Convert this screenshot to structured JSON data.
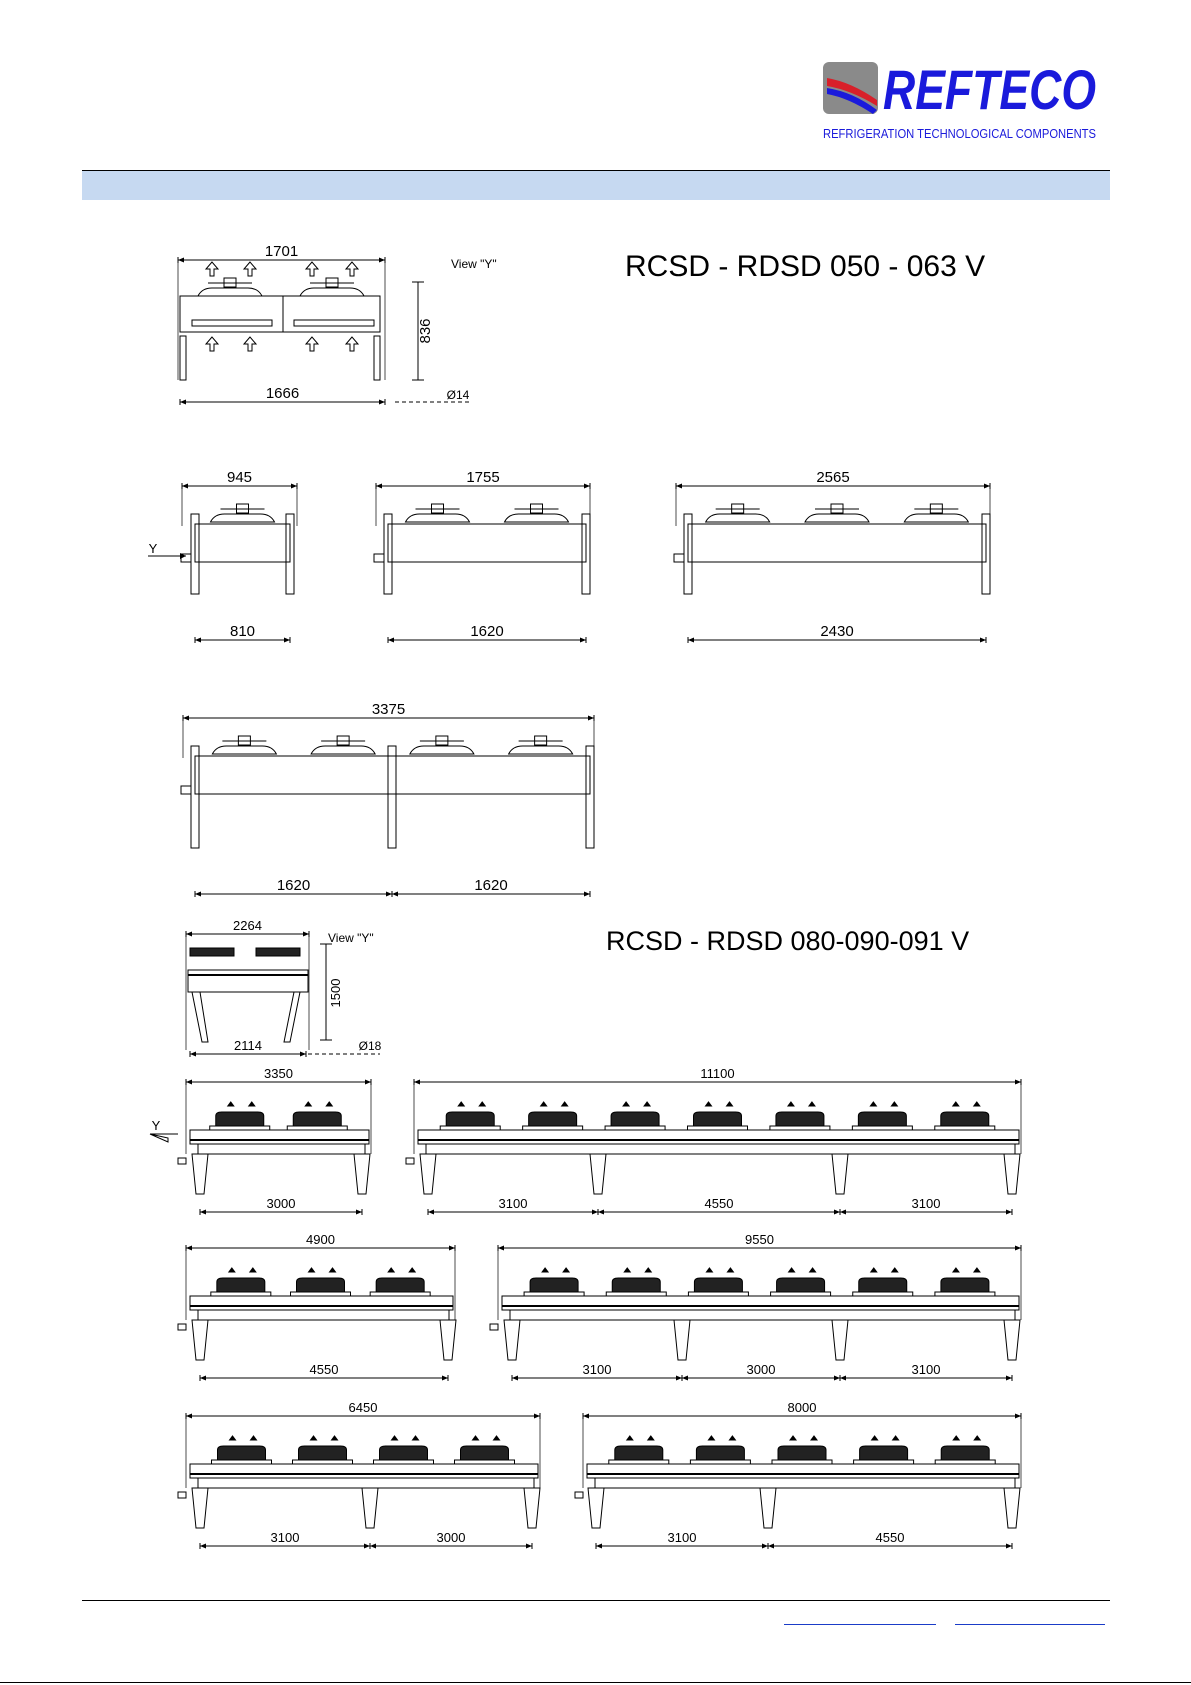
{
  "brand": {
    "name": "REFTECO",
    "tagline": "REFRIGERATION TECHNOLOGICAL COMPONENTS",
    "colors": {
      "blue": "#1a1adb",
      "red": "#d8202a",
      "gray": "#8a8a8a"
    }
  },
  "header_band_color": "#c6d9f1",
  "group1": {
    "title": "RCSD - RDSD 050 - 063 V",
    "view_label": "View \"Y\"",
    "side_view": {
      "width_top": "1701",
      "width_bottom": "1666",
      "height": "836",
      "hole": "Ø14"
    },
    "variants": [
      {
        "overall": "945",
        "spans": [
          "810"
        ],
        "fans": 1
      },
      {
        "overall": "1755",
        "spans": [
          "1620"
        ],
        "fans": 2
      },
      {
        "overall": "2565",
        "spans": [
          "2430"
        ],
        "fans": 3
      },
      {
        "overall": "3375",
        "spans": [
          "1620",
          "1620"
        ],
        "fans": 4
      }
    ],
    "y_marker": "Y"
  },
  "group2": {
    "title": "RCSD - RDSD 080-090-091 V",
    "view_label": "View \"Y\"",
    "side_view": {
      "width_top": "2264",
      "width_bottom": "2114",
      "height": "1500",
      "hole": "Ø18"
    },
    "variants": [
      {
        "overall": "3350",
        "spans": [
          "3000"
        ],
        "fans": 2
      },
      {
        "overall": "11100",
        "spans": [
          "3100",
          "4550",
          "3100"
        ],
        "fans": 7
      },
      {
        "overall": "4900",
        "spans": [
          "4550"
        ],
        "fans": 3
      },
      {
        "overall": "9550",
        "spans": [
          "3100",
          "3000",
          "3100"
        ],
        "fans": 6
      },
      {
        "overall": "6450",
        "spans": [
          "3100",
          "3000"
        ],
        "fans": 4
      },
      {
        "overall": "8000",
        "spans": [
          "3100",
          "4550"
        ],
        "fans": 5
      }
    ],
    "y_marker": "Y"
  }
}
